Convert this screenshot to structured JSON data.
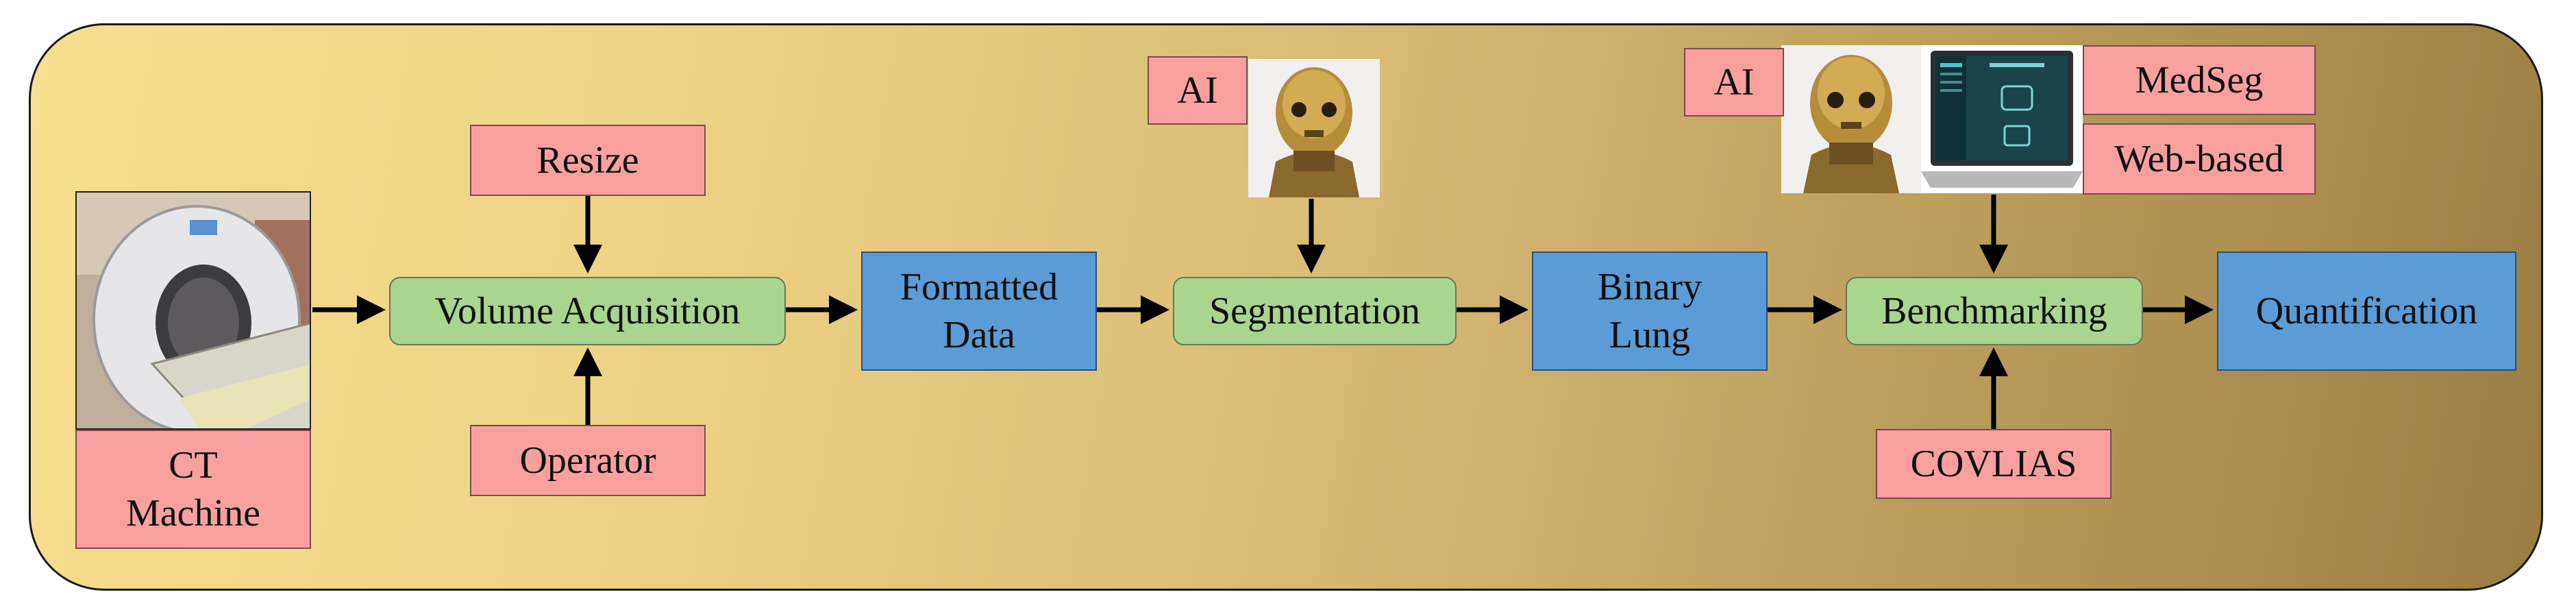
{
  "diagram": {
    "nodes": {
      "ct_machine": "CT\nMachine",
      "resize": "Resize",
      "operator": "Operator",
      "volume_acquisition": "Volume Acquisition",
      "formatted_data": "Formatted\nData",
      "ai_segmentation": "AI",
      "segmentation": "Segmentation",
      "binary_lung": "Binary\nLung",
      "ai_benchmarking": "AI",
      "medseg": "MedSeg",
      "web_based": "Web-based",
      "benchmarking": "Benchmarking",
      "covlias": "COVLIAS",
      "quantification": "Quantification"
    },
    "edges": [
      [
        "ct_machine",
        "volume_acquisition"
      ],
      [
        "resize",
        "volume_acquisition"
      ],
      [
        "operator",
        "volume_acquisition"
      ],
      [
        "volume_acquisition",
        "formatted_data"
      ],
      [
        "formatted_data",
        "segmentation"
      ],
      [
        "ai_segmentation",
        "segmentation"
      ],
      [
        "segmentation",
        "binary_lung"
      ],
      [
        "binary_lung",
        "benchmarking"
      ],
      [
        "web_based",
        "benchmarking"
      ],
      [
        "covlias",
        "benchmarking"
      ],
      [
        "benchmarking",
        "quantification"
      ]
    ],
    "images": {
      "ct_scanner": "ct-scanner-photo",
      "robot_1": "robot-photo",
      "robot_2": "robot-photo",
      "laptop": "laptop-screen-photo"
    },
    "colors": {
      "input_box": "#f8a0a0",
      "process_box": "#a9d58e",
      "data_box": "#5b9bd6",
      "background_start": "#f6df8e",
      "background_end": "#9a7d43"
    }
  }
}
